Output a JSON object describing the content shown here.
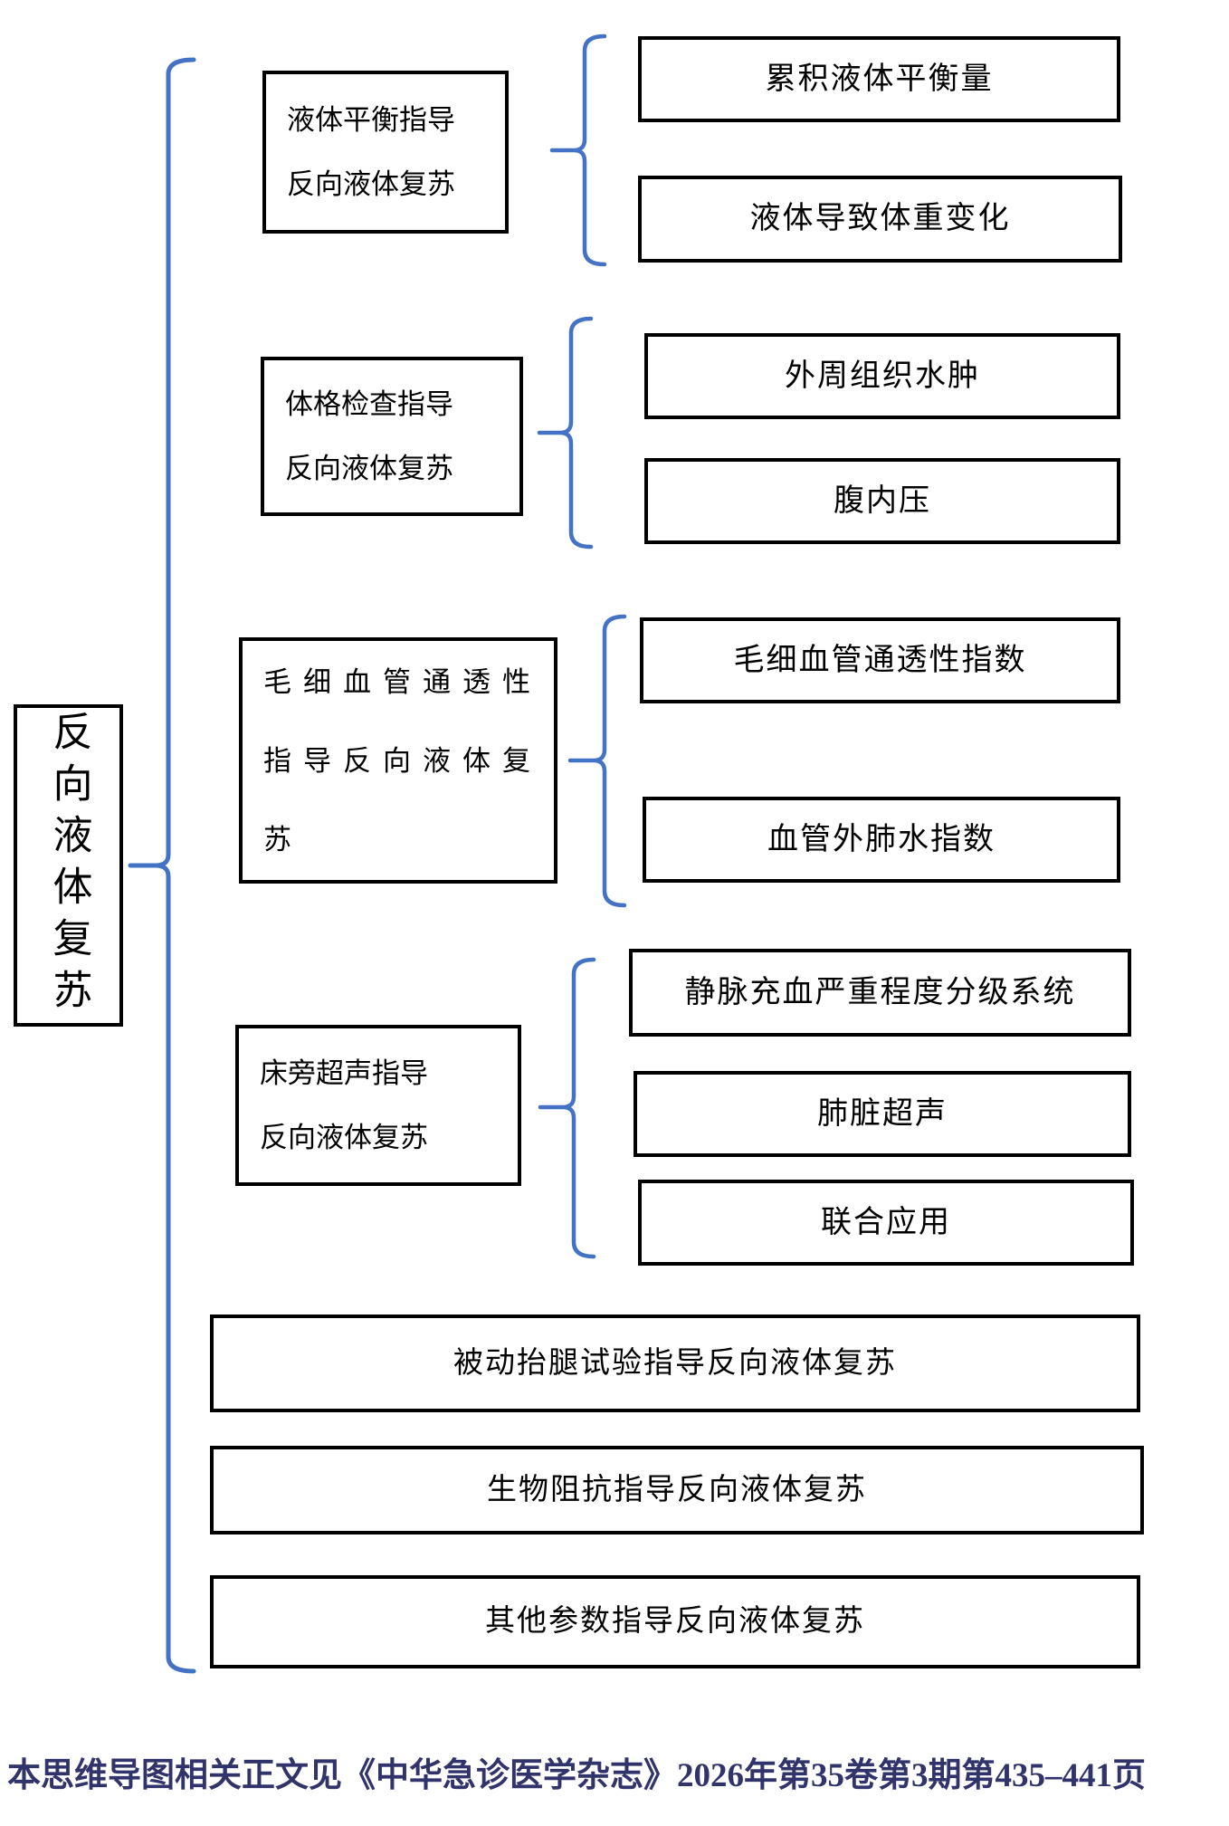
{
  "root": {
    "label": "反向液体复苏"
  },
  "branches": [
    {
      "label_lines": [
        "液体平衡指导",
        "反向液体复苏"
      ],
      "children": [
        "累积液体平衡量",
        "液体导致体重变化"
      ]
    },
    {
      "label_lines": [
        "体格检查指导",
        "反向液体复苏"
      ],
      "children": [
        "外周组织水肿",
        "腹内压"
      ]
    },
    {
      "label_lines": [
        "毛细血管通透性",
        "指导反向液体复",
        "苏"
      ],
      "children": [
        "毛细血管通透性指数",
        "血管外肺水指数"
      ]
    },
    {
      "label_lines": [
        "床旁超声指导",
        "反向液体复苏"
      ],
      "children": [
        "静脉充血严重程度分级系统",
        "肺脏超声",
        "联合应用"
      ]
    },
    {
      "label_lines": [
        "被动抬腿试验指导反向液体复苏"
      ],
      "children": []
    },
    {
      "label_lines": [
        "生物阻抗指导反向液体复苏"
      ],
      "children": []
    },
    {
      "label_lines": [
        "其他参数指导反向液体复苏"
      ],
      "children": []
    }
  ],
  "footer": {
    "text": "本思维导图相关正文见《中华急诊医学杂志》2026年第35卷第3期第435–441页"
  },
  "colors": {
    "bracket": "#4472C4",
    "box_border": "#000000",
    "footer_text": "#31336B",
    "background": "#FFFFFF"
  }
}
